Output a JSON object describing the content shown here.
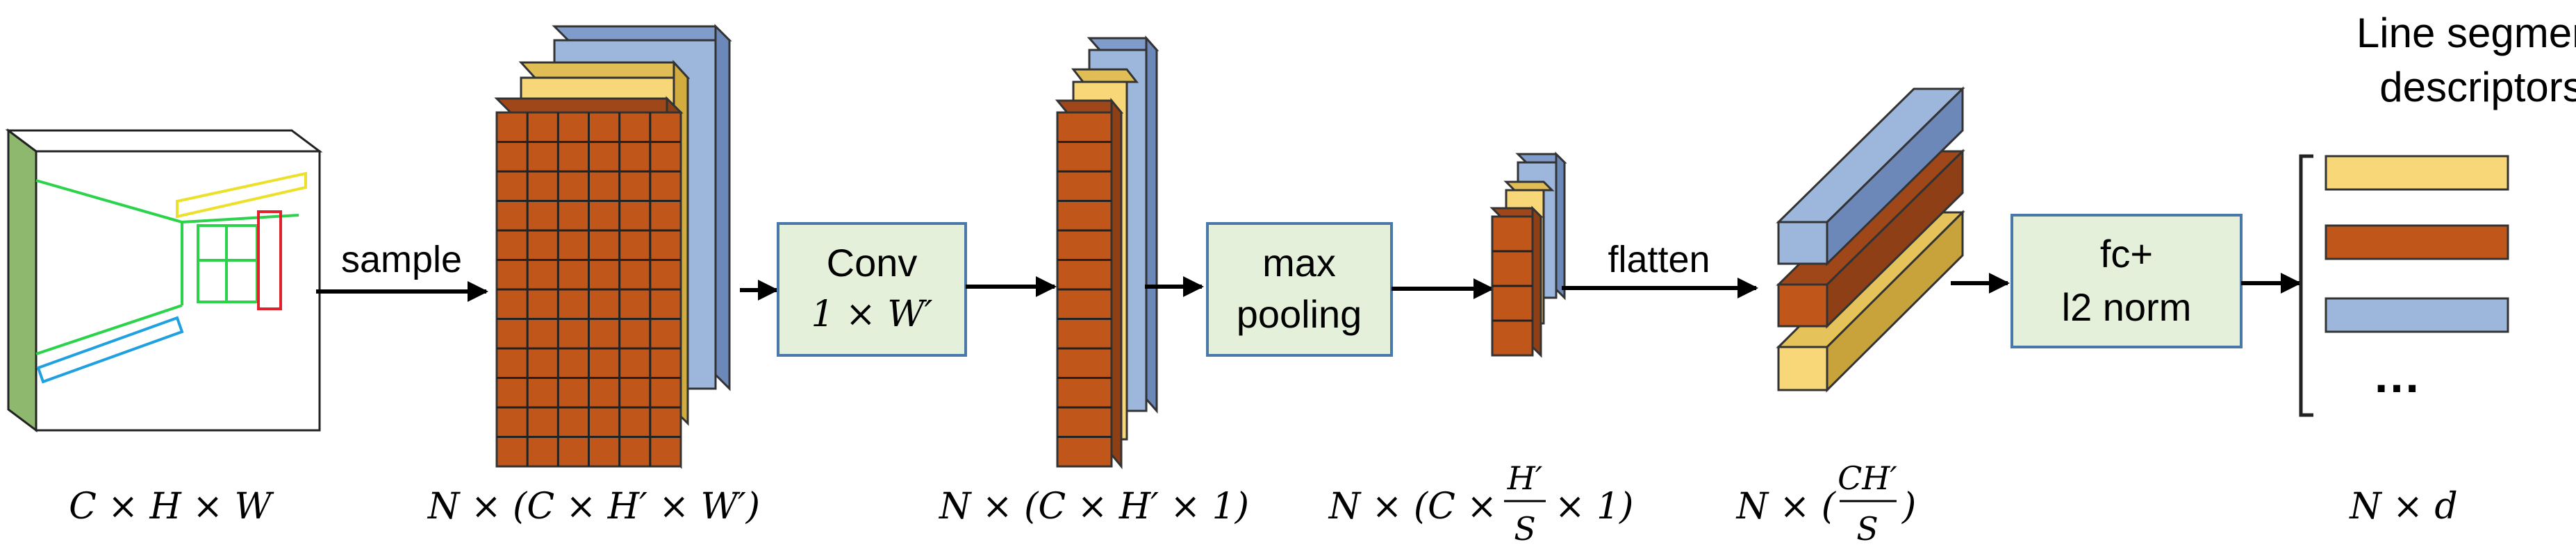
{
  "title": {
    "line1": "Line segment",
    "line2": "descriptors"
  },
  "arrows": {
    "sample": "sample",
    "flatten": "flatten"
  },
  "boxes": {
    "conv": {
      "line1": "Conv",
      "line2": "1 × W′"
    },
    "pool": {
      "line1": "max",
      "line2": "pooling"
    },
    "fc": {
      "line1": "fc+",
      "line2": "l2 norm"
    }
  },
  "dims": {
    "input": "C × H × W",
    "sampled": "N × (C × H′ × W′)",
    "conv": "N × (C × H′ × 1)",
    "pool_pre": "N × (C ×",
    "pool_num": "H′",
    "pool_den": "S",
    "pool_post": "× 1)",
    "flat_pre": "N × (",
    "flat_num": "CH′",
    "flat_den": "S",
    "flat_post": ")",
    "out": "N × d"
  },
  "ellipsis": "…",
  "colors": {
    "blue": "#9db6dc",
    "yellow": "#f8d778",
    "brown": "#c0561a",
    "box_fill": "#e4f0da",
    "box_stroke": "#4a78a8",
    "input_side": "#8db86d"
  }
}
